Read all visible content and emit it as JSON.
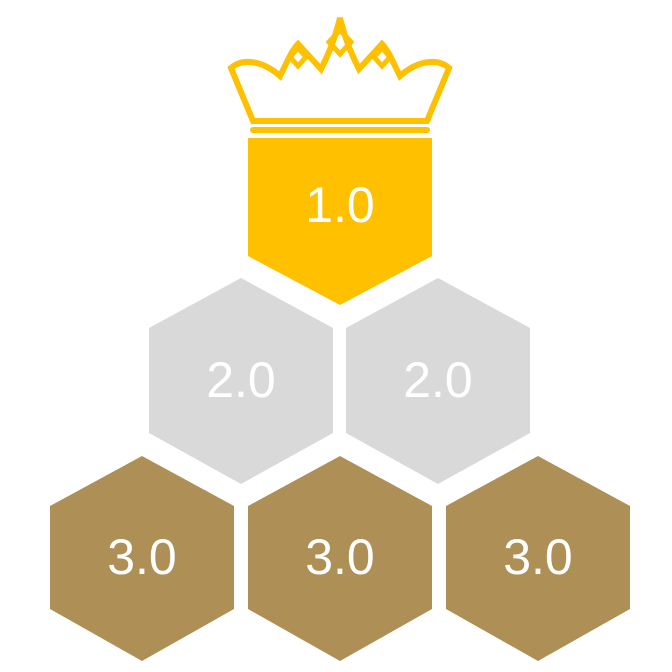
{
  "colors": {
    "background": "#ffffff",
    "tier1": "#FFC000",
    "tier2": "#D9D9D9",
    "tier3": "#AE8F55",
    "crown_outline": "#FFC000",
    "label_text": "#ffffff"
  },
  "crown": {
    "icon": "crown-icon"
  },
  "tiers": [
    {
      "rank": 1,
      "label": "1.0",
      "color": "#FFC000"
    },
    {
      "rank": 2,
      "label": "2.0",
      "color": "#D9D9D9"
    },
    {
      "rank": 2,
      "label": "2.0",
      "color": "#D9D9D9"
    },
    {
      "rank": 3,
      "label": "3.0",
      "color": "#AE8F55"
    },
    {
      "rank": 3,
      "label": "3.0",
      "color": "#AE8F55"
    },
    {
      "rank": 3,
      "label": "3.0",
      "color": "#AE8F55"
    }
  ]
}
